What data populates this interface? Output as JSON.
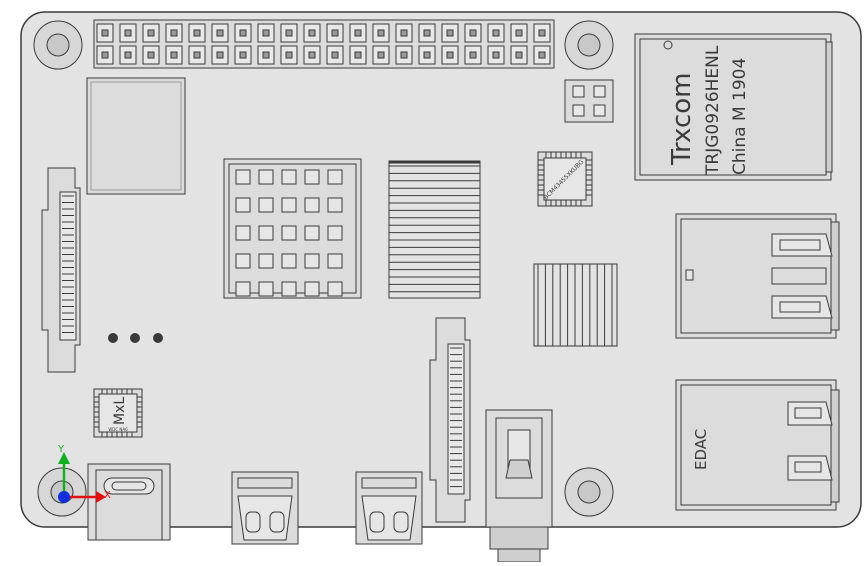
{
  "colors": {
    "board": "#e3e3e3",
    "outline": "#3a3a3a",
    "component": "#dcdcdc",
    "metal": "#cfcfcf",
    "axis_x": "#e01010",
    "axis_y": "#10b020",
    "axis_z": "#1030e0"
  },
  "ethernet_jack": {
    "brand": "Trxcom",
    "part": "TRJG0926HENL",
    "origin": "China M 1904"
  },
  "mxl_chip": {
    "text": "MxL",
    "subtext": "WDC NA6"
  },
  "wifi_chip": {
    "text": "BCM43455XKUBG"
  },
  "usb_connector": {
    "label": "EDAC"
  },
  "triad": {
    "x_label": "X",
    "y_label": "Y"
  }
}
